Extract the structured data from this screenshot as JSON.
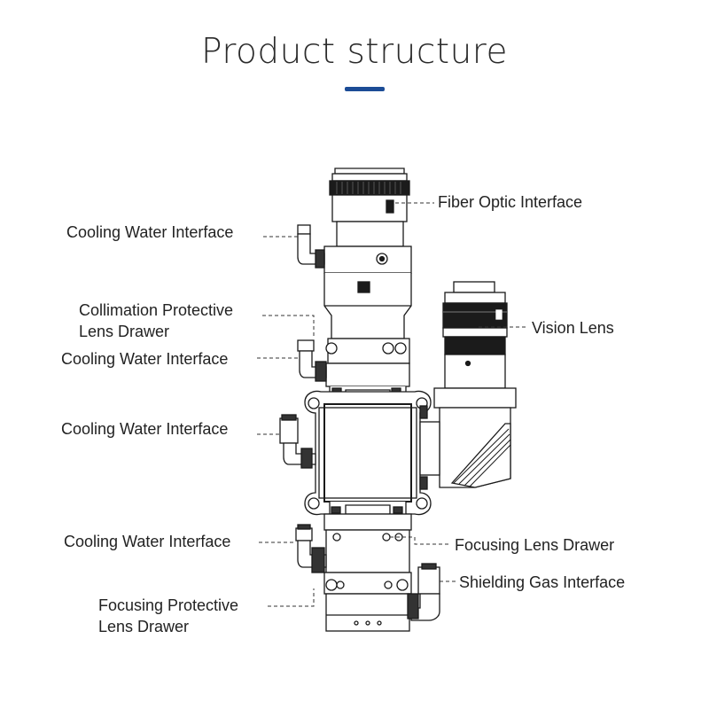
{
  "header": {
    "title": "Product structure",
    "accent_color": "#1c4c96"
  },
  "labels": {
    "fiber_optic": "Fiber Optic Interface",
    "cooling_water_1": "Cooling Water Interface",
    "collimation_line1": "Collimation Protective",
    "collimation_line2": "Lens Drawer",
    "vision_lens": "Vision Lens",
    "cooling_water_2": "Cooling Water Interface",
    "cooling_water_3": "Cooling Water Interface",
    "cooling_water_4": "Cooling Water Interface",
    "focusing_lens": "Focusing Lens Drawer",
    "shielding_gas": "Shielding Gas Interface",
    "focusing_protective_line1": "Focusing Protective",
    "focusing_protective_line2": "Lens Drawer"
  }
}
